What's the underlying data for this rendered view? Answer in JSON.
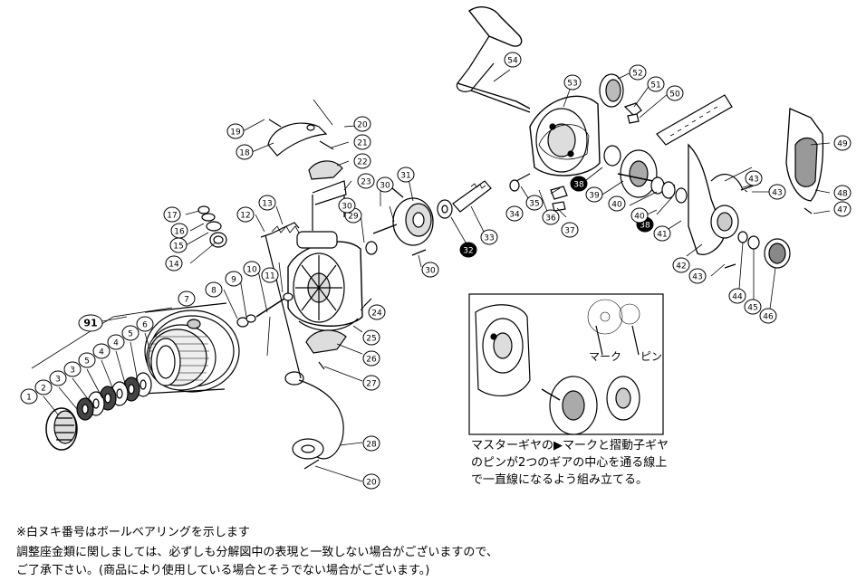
{
  "parts": [
    {
      "id": "p1",
      "label": "1"
    },
    {
      "id": "p2",
      "label": "2"
    },
    {
      "id": "p3",
      "label": "3"
    },
    {
      "id": "p4",
      "label": "4"
    },
    {
      "id": "p5",
      "label": "5"
    },
    {
      "id": "p3b",
      "label": "3"
    },
    {
      "id": "p4b",
      "label": "4"
    },
    {
      "id": "p5b",
      "label": "5"
    },
    {
      "id": "p3c",
      "label": "3"
    },
    {
      "id": "p4c",
      "label": "4"
    },
    {
      "id": "p6",
      "label": "6"
    },
    {
      "id": "p7",
      "label": "7"
    },
    {
      "id": "p8",
      "label": "8"
    },
    {
      "id": "p9",
      "label": "9"
    },
    {
      "id": "p10",
      "label": "10"
    },
    {
      "id": "p11",
      "label": "11"
    },
    {
      "id": "p12",
      "label": "12"
    },
    {
      "id": "p13",
      "label": "13"
    },
    {
      "id": "p14",
      "label": "14"
    },
    {
      "id": "p15",
      "label": "15"
    },
    {
      "id": "p16",
      "label": "16"
    },
    {
      "id": "p17",
      "label": "17"
    },
    {
      "id": "p18",
      "label": "18"
    },
    {
      "id": "p19",
      "label": "19"
    },
    {
      "id": "p20",
      "label": "20"
    },
    {
      "id": "p20b",
      "label": "20"
    },
    {
      "id": "p21",
      "label": "21"
    },
    {
      "id": "p22",
      "label": "22"
    },
    {
      "id": "p23",
      "label": "23"
    },
    {
      "id": "p24",
      "label": "24"
    },
    {
      "id": "p25",
      "label": "25"
    },
    {
      "id": "p26",
      "label": "26"
    },
    {
      "id": "p27",
      "label": "27"
    },
    {
      "id": "p28",
      "label": "28"
    },
    {
      "id": "p29",
      "label": "29"
    },
    {
      "id": "p30",
      "label": "30"
    },
    {
      "id": "p30b",
      "label": "30"
    },
    {
      "id": "p30c",
      "label": "30"
    },
    {
      "id": "p31",
      "label": "31"
    },
    {
      "id": "p32",
      "label": "32",
      "filled": true
    },
    {
      "id": "p33",
      "label": "33"
    },
    {
      "id": "p34",
      "label": "34"
    },
    {
      "id": "p35",
      "label": "35"
    },
    {
      "id": "p36",
      "label": "36"
    },
    {
      "id": "p37",
      "label": "37"
    },
    {
      "id": "p38",
      "label": "38",
      "filled": true
    },
    {
      "id": "p38b",
      "label": "38",
      "filled": true
    },
    {
      "id": "p39",
      "label": "39"
    },
    {
      "id": "p40",
      "label": "40"
    },
    {
      "id": "p40b",
      "label": "40"
    },
    {
      "id": "p41",
      "label": "41"
    },
    {
      "id": "p42",
      "label": "42"
    },
    {
      "id": "p43",
      "label": "43"
    },
    {
      "id": "p43b",
      "label": "43"
    },
    {
      "id": "p43c",
      "label": "43"
    },
    {
      "id": "p44",
      "label": "44"
    },
    {
      "id": "p45",
      "label": "45"
    },
    {
      "id": "p46",
      "label": "46"
    },
    {
      "id": "p47",
      "label": "47"
    },
    {
      "id": "p48",
      "label": "48"
    },
    {
      "id": "p49",
      "label": "49"
    },
    {
      "id": "p50",
      "label": "50"
    },
    {
      "id": "p51",
      "label": "51"
    },
    {
      "id": "p52",
      "label": "52"
    },
    {
      "id": "p53",
      "label": "53"
    },
    {
      "id": "p54",
      "label": "54"
    },
    {
      "id": "p91",
      "label": "91"
    }
  ],
  "inset": {
    "mark_label": "マーク",
    "pin_label": "ピン",
    "caption_lines": [
      "マスターギヤの▶マークと摺動子ギヤ",
      "のピンが2つのギアの中心を通る線上",
      "で一直線になるよう組み立てる。"
    ]
  },
  "notes": {
    "line1": "※白ヌキ番号はボールベアリングを示します",
    "line2": "調整座金類に関しましては、必ずしも分解図中の表現と一致しない場合がございますので、",
    "line3": "ご了承下さい。(商品により使用している場合とそうでない場合がございます。)"
  }
}
